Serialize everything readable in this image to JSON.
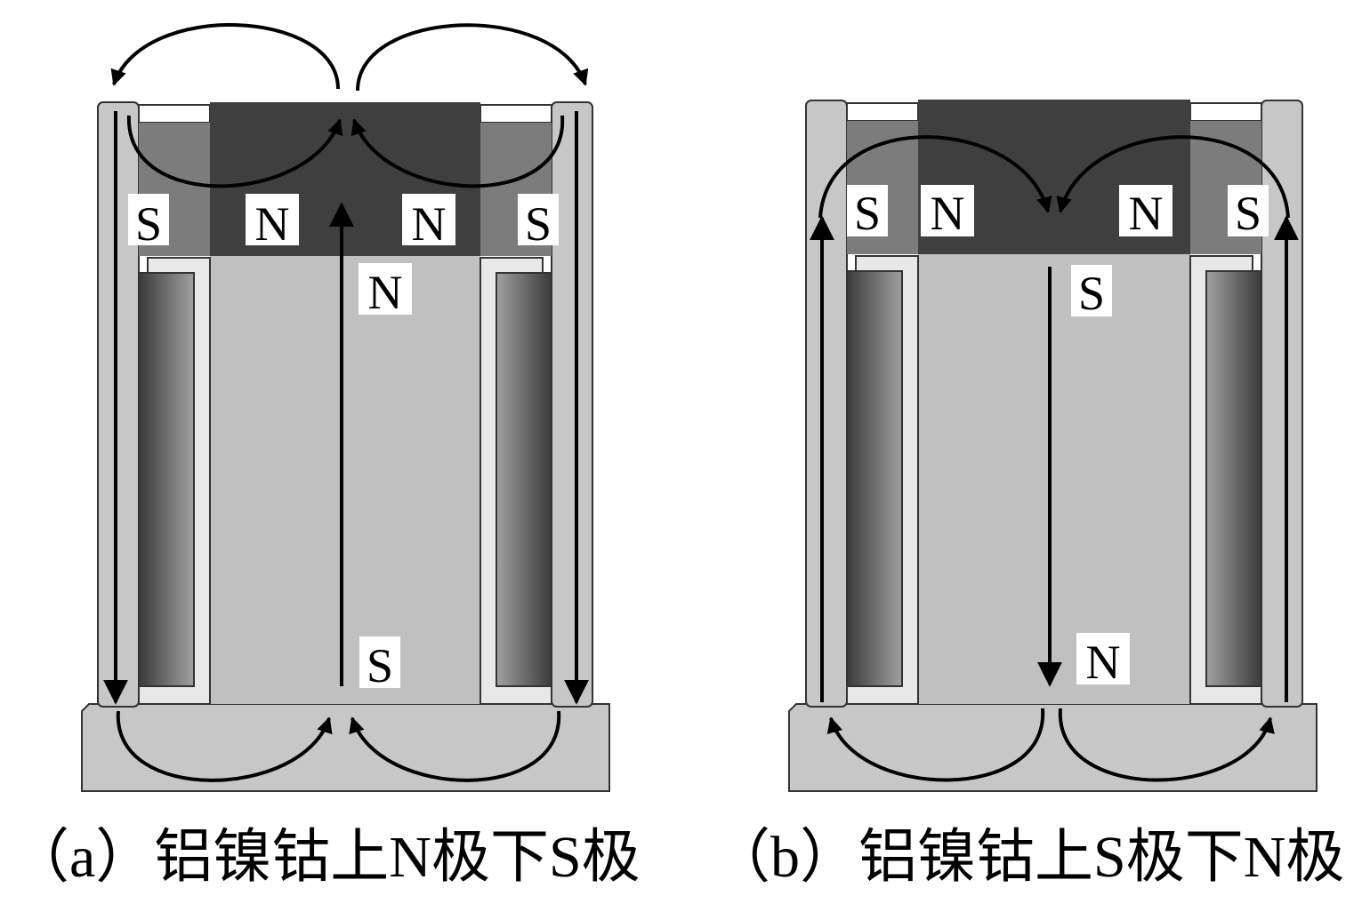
{
  "colors": {
    "housing": "#c7c7c7",
    "core": "#c0c0c0",
    "magnet": "#3f3f3f",
    "pole_piece": "#7c7c7c",
    "gap": "#ffffff",
    "coil": "#6a6a6a",
    "outline": "#333333",
    "arrow": "#000000"
  },
  "panel_a": {
    "pole_labels": [
      "S",
      "N",
      "N",
      "S"
    ],
    "core_top_label": "N",
    "core_bottom_label": "S",
    "caption": "（a）铝镍钴上N极下S极"
  },
  "panel_b": {
    "pole_labels": [
      "S",
      "N",
      "N",
      "S"
    ],
    "core_top_label": "S",
    "core_bottom_label": "N",
    "caption": "（b）铝镍钴上S极下N极"
  }
}
